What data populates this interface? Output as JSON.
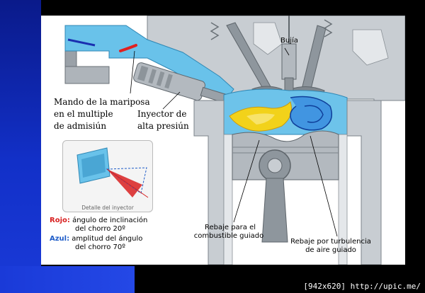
{
  "labels": {
    "spark_plug": "Bujía",
    "throttle_control": [
      "Mando de la mariposa",
      "en el multiple",
      "de admisiún"
    ],
    "injector": [
      "Inyector de",
      "alta presiún"
    ],
    "injector_detail_caption": "Detalle del inyector",
    "red_note_key": "Rojo:",
    "red_note": [
      "ángulo de inclinación",
      "del chorro 20º"
    ],
    "blue_note_key": "Azul:",
    "blue_note": [
      "amplitud del ángulo",
      "del chorro 70º"
    ],
    "fuel_recess": [
      "Rebaje para el",
      "combustible guiado"
    ],
    "turbulence_recess": [
      "Rebaje por turbulencia",
      "de aire guiado"
    ]
  },
  "footer": {
    "text": "[942x620] http://upic.me/"
  },
  "colors": {
    "background": "#000000",
    "band": "#1a3ad8",
    "panel": "#ffffff",
    "metal": "#c8cdd2",
    "metal_dark": "#9aa1a8",
    "air_flow": "#69c2ea",
    "fuel_jet": "#f2d21a",
    "turbulence": "#1e6fd8",
    "throttle_marker": "#e02020",
    "injector_spray_red": "#d82020"
  }
}
